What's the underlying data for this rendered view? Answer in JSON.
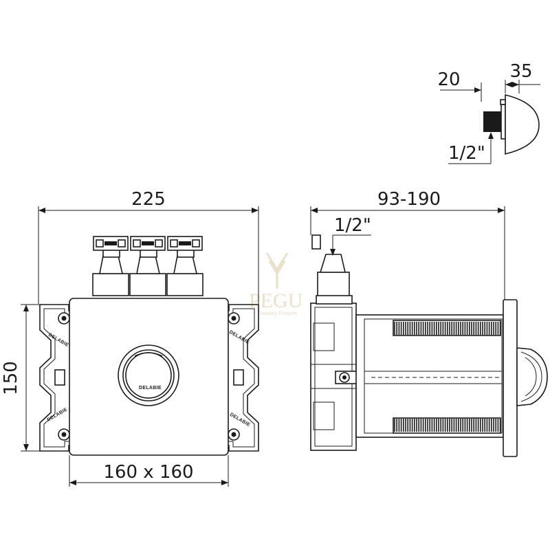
{
  "dimensions": {
    "overall_width": "225",
    "height": "150",
    "plate_size": "160 x 160",
    "depth_range": "93-190",
    "inlet_thread_side": "1/2\"",
    "detail_thread": "1/2\"",
    "detail_left": "20",
    "detail_right": "35"
  },
  "branding": {
    "logo_text": "DELABIE"
  },
  "watermark": {
    "text": "PEGU",
    "subtext": "Sanitary Fixtures"
  },
  "colors": {
    "line": "#1a1a1a",
    "background": "#ffffff",
    "watermark": "#d9c9a0"
  }
}
